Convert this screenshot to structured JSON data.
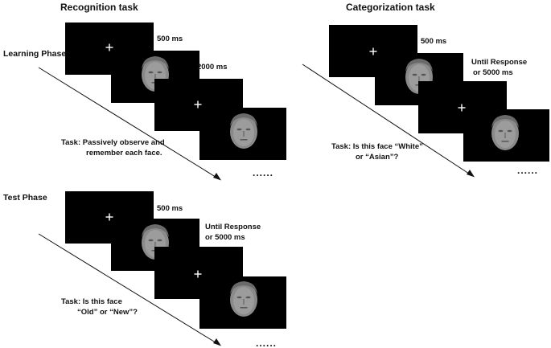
{
  "recognition": {
    "title": "Recognition task",
    "learning": {
      "phase_label": "Learning Phase",
      "timings": [
        "500 ms",
        "2000 ms"
      ],
      "task_lines": [
        "Task:  Passively observe and",
        "remember each face."
      ],
      "ellipsis": "......"
    },
    "test": {
      "phase_label": "Test Phase",
      "timings": [
        "500 ms",
        "Until Response",
        "or 5000 ms"
      ],
      "task_lines": [
        "Task: Is this face",
        "“Old” or “New”?"
      ],
      "ellipsis": "......"
    }
  },
  "categorization": {
    "title": "Categorization task",
    "timings": [
      "500 ms",
      "Until Response",
      "or 5000 ms"
    ],
    "task_lines": [
      "Task: Is this face “White”",
      "or “Asian”?"
    ],
    "ellipsis": "......"
  },
  "colors": {
    "screen": "#000000",
    "face": "#8a8a8a",
    "text": "#111111"
  },
  "icons": [
    "fixation-cross-icon",
    "face-photo-icon",
    "timeline-arrow-icon"
  ]
}
